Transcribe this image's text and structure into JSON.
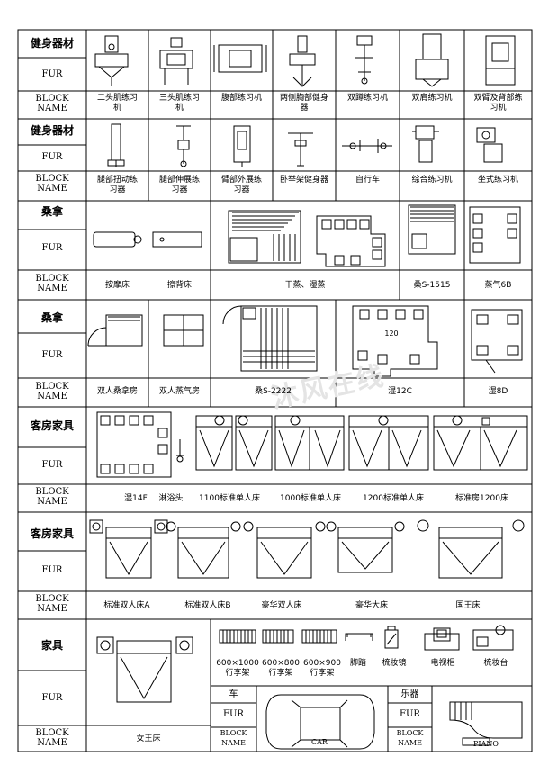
{
  "header_labels": {
    "fur": "FUR",
    "block_name_line1": "BLOCK",
    "block_name_line2": "NAME"
  },
  "watermark": "沐风在线",
  "sections": {
    "s1": {
      "category": "健身器材",
      "names": [
        "二头肌练习机",
        "三头肌练习机",
        "腹部练习机",
        "两侧胸部健身器",
        "双蹲练习机",
        "双肩练习机",
        "双臂及背部练习机"
      ]
    },
    "s2": {
      "category": "健身器材",
      "names": [
        "腿部扭动练习器",
        "腿部伸展练习器",
        "臂部外展练习器",
        "卧举架健身器",
        "自行车",
        "综合练习机",
        "坐式练习机"
      ]
    },
    "s3": {
      "category": "桑拿",
      "names": [
        "按摩床",
        "擦背床",
        "干蒸、湿蒸",
        "桑S-1515",
        "蒸气6B"
      ]
    },
    "s4": {
      "category": "桑拿",
      "names": [
        "双人桑拿房",
        "双人蒸气房",
        "桑S-2222",
        "湿12C",
        "湿8D"
      ],
      "tub_label": "120"
    },
    "s5": {
      "category": "客房家具",
      "names": [
        "湿14F",
        "淋浴头",
        "1100标准单人床",
        "1000标准单人床",
        "1200标准单人床",
        "标准房1200床"
      ]
    },
    "s6": {
      "category": "客房家具",
      "names": [
        "标准双人床A",
        "标准双人床B",
        "豪华双人床",
        "豪华大床",
        "国王床"
      ]
    },
    "s7": {
      "category": "家具",
      "names": [
        "女王床",
        "600×1000行李架",
        "600×800行李架",
        "600×900行李架",
        "脚踏",
        "梳妆镜",
        "电视柜",
        "梳妆台"
      ],
      "car_title": "车",
      "car_name": "CAR",
      "music_title": "乐器",
      "music_name": "PIANO"
    }
  }
}
